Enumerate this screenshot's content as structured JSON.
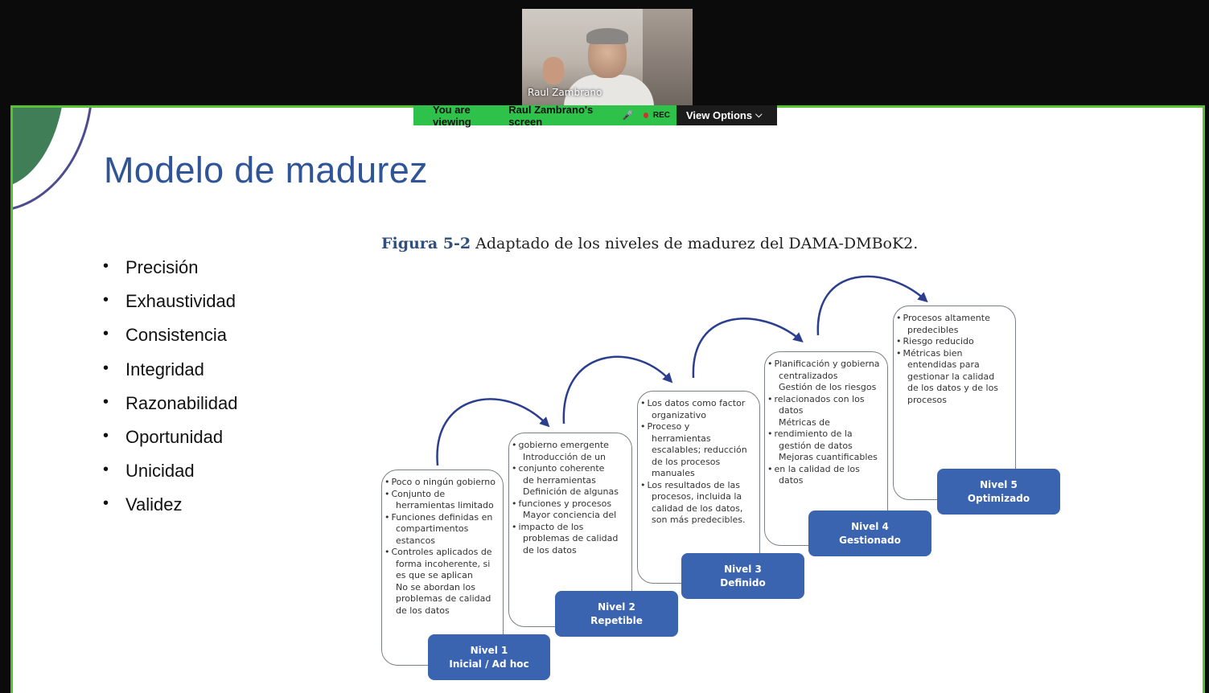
{
  "participant": {
    "name": "Raul Zambrano"
  },
  "banner": {
    "viewing_prefix": "You are viewing",
    "viewing_name": "Raul Zambrano's screen",
    "rec_label": "REC",
    "view_options_label": "View Options",
    "accent_color": "#2fc24b"
  },
  "slide": {
    "title": "Modelo de madurez",
    "bullets": [
      "Precisión",
      "Exhaustividad",
      "Consistencia",
      "Integridad",
      "Razonabilidad",
      "Oportunidad",
      "Unicidad",
      "Validez"
    ],
    "figure_number": "Figura 5-2",
    "figure_caption": "Adaptado de los niveles de madurez del DAMA-DMBoK2.",
    "levels": [
      {
        "label_line1": "Nivel 1",
        "label_line2": "Inicial / Ad hoc",
        "items": [
          {
            "t": "b",
            "text": "Poco o ningún gobierno"
          },
          {
            "t": "b",
            "text": "Conjunto de"
          },
          {
            "t": "c",
            "text": "herramientas limitado"
          },
          {
            "t": "b",
            "text": "Funciones definidas en"
          },
          {
            "t": "c",
            "text": "compartimentos"
          },
          {
            "t": "c",
            "text": "estancos"
          },
          {
            "t": "b",
            "text": "Controles aplicados de"
          },
          {
            "t": "c",
            "text": "forma incoherente, si"
          },
          {
            "t": "c",
            "text": "es que se aplican"
          },
          {
            "t": "c",
            "text": "No se abordan los"
          },
          {
            "t": "c",
            "text": "problemas de calidad"
          },
          {
            "t": "c",
            "text": "de los datos"
          }
        ]
      },
      {
        "label_line1": "Nivel 2",
        "label_line2": "Repetible",
        "items": [
          {
            "t": "b",
            "text": "gobierno emergente"
          },
          {
            "t": "c",
            "text": "Introducción de un"
          },
          {
            "t": "b",
            "text": "conjunto coherente"
          },
          {
            "t": "c",
            "text": "de herramientas"
          },
          {
            "t": "c",
            "text": "Definición de algunas"
          },
          {
            "t": "b",
            "text": "funciones y procesos"
          },
          {
            "t": "c",
            "text": "Mayor conciencia del"
          },
          {
            "t": "b",
            "text": "impacto de los"
          },
          {
            "t": "c",
            "text": "problemas de calidad"
          },
          {
            "t": "c",
            "text": "de los datos"
          }
        ]
      },
      {
        "label_line1": "Nivel 3",
        "label_line2": "Definido",
        "items": [
          {
            "t": "b",
            "text": "Los datos como factor"
          },
          {
            "t": "c",
            "text": "organizativo"
          },
          {
            "t": "b",
            "text": "Proceso y"
          },
          {
            "t": "c",
            "text": "herramientas"
          },
          {
            "t": "c",
            "text": "escalables; reducción"
          },
          {
            "t": "c",
            "text": "de los procesos"
          },
          {
            "t": "c",
            "text": "manuales"
          },
          {
            "t": "b",
            "text": "Los resultados de las"
          },
          {
            "t": "c",
            "text": "procesos, incluida la"
          },
          {
            "t": "c",
            "text": "calidad de los datos,"
          },
          {
            "t": "c",
            "text": "son más predecibles."
          }
        ]
      },
      {
        "label_line1": "Nivel 4",
        "label_line2": "Gestionado",
        "items": [
          {
            "t": "b",
            "text": "Planificación y gobierna"
          },
          {
            "t": "c",
            "text": "centralizados"
          },
          {
            "t": "c",
            "text": "Gestión de los riesgos"
          },
          {
            "t": "b",
            "text": "relacionados con los"
          },
          {
            "t": "c",
            "text": "datos"
          },
          {
            "t": "c",
            "text": "Métricas de"
          },
          {
            "t": "b",
            "text": "rendimiento de la"
          },
          {
            "t": "c",
            "text": "gestión de datos"
          },
          {
            "t": "c",
            "text": "Mejoras cuantificables"
          },
          {
            "t": "b",
            "text": "en la calidad de los"
          },
          {
            "t": "c",
            "text": "datos"
          }
        ]
      },
      {
        "label_line1": "Nivel 5",
        "label_line2": "Optimizado",
        "items": [
          {
            "t": "b",
            "text": "Procesos altamente"
          },
          {
            "t": "c",
            "text": "predecibles"
          },
          {
            "t": "b",
            "text": "Riesgo reducido"
          },
          {
            "t": "b",
            "text": "Métricas bien"
          },
          {
            "t": "c",
            "text": "entendidas para"
          },
          {
            "t": "c",
            "text": "gestionar la calidad"
          },
          {
            "t": "c",
            "text": "de los datos y de los"
          },
          {
            "t": "c",
            "text": "procesos"
          }
        ]
      }
    ]
  }
}
